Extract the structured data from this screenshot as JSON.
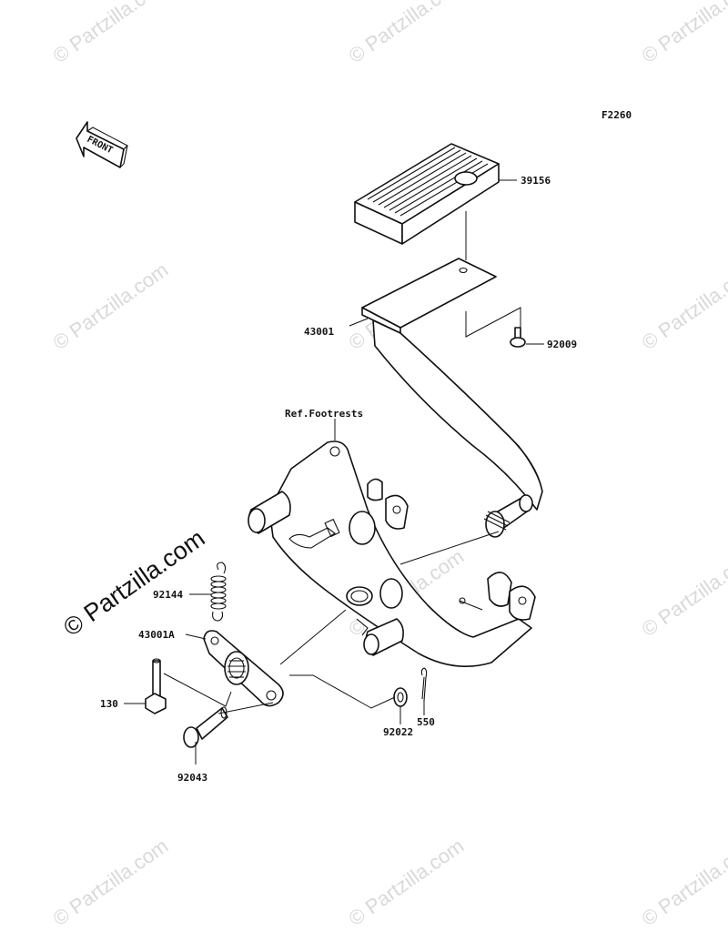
{
  "diagram_code": "F2260",
  "front_label": "FRONT",
  "reference_label": "Ref.Footrests",
  "part_labels": {
    "p39156": "39156",
    "p43001": "43001",
    "p92009": "92009",
    "p92144": "92144",
    "p43001A": "43001A",
    "p130": "130",
    "p92022": "92022",
    "p550": "550",
    "p92043": "92043"
  },
  "watermark": "© Partzilla.com",
  "watermark_prominent": "© Partzilla.com"
}
